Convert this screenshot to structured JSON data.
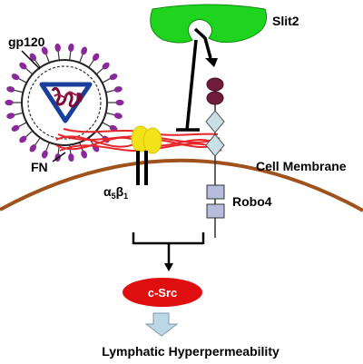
{
  "labels": {
    "gp120": "gp120",
    "slit2": "Slit2",
    "fn": "FN",
    "cell_membrane": "Cell Membrane",
    "integrin_alpha": "α",
    "integrin_alpha_sub": "5",
    "integrin_beta": "β",
    "integrin_beta_sub": "1",
    "robo4": "Robo4",
    "csrc": "c-Src",
    "outcome": "Lymphatic Hyperpermeability"
  },
  "colors": {
    "slit2_fill": "#1fd41f",
    "virus_spike": "#8a2a9a",
    "virus_core": "#1a3f9a",
    "virus_rna": "#7a0a3a",
    "fn_fiber": "#e6262a",
    "integrin_head": "#f2e21a",
    "membrane": "#a0521d",
    "robo4_top": "#6e1c3a",
    "robo4_diamond": "#c8dfe6",
    "robo4_box": "#b8bcdc",
    "csrc_fill": "#e00f0f",
    "arrow_fill": "#bcd8e6"
  }
}
